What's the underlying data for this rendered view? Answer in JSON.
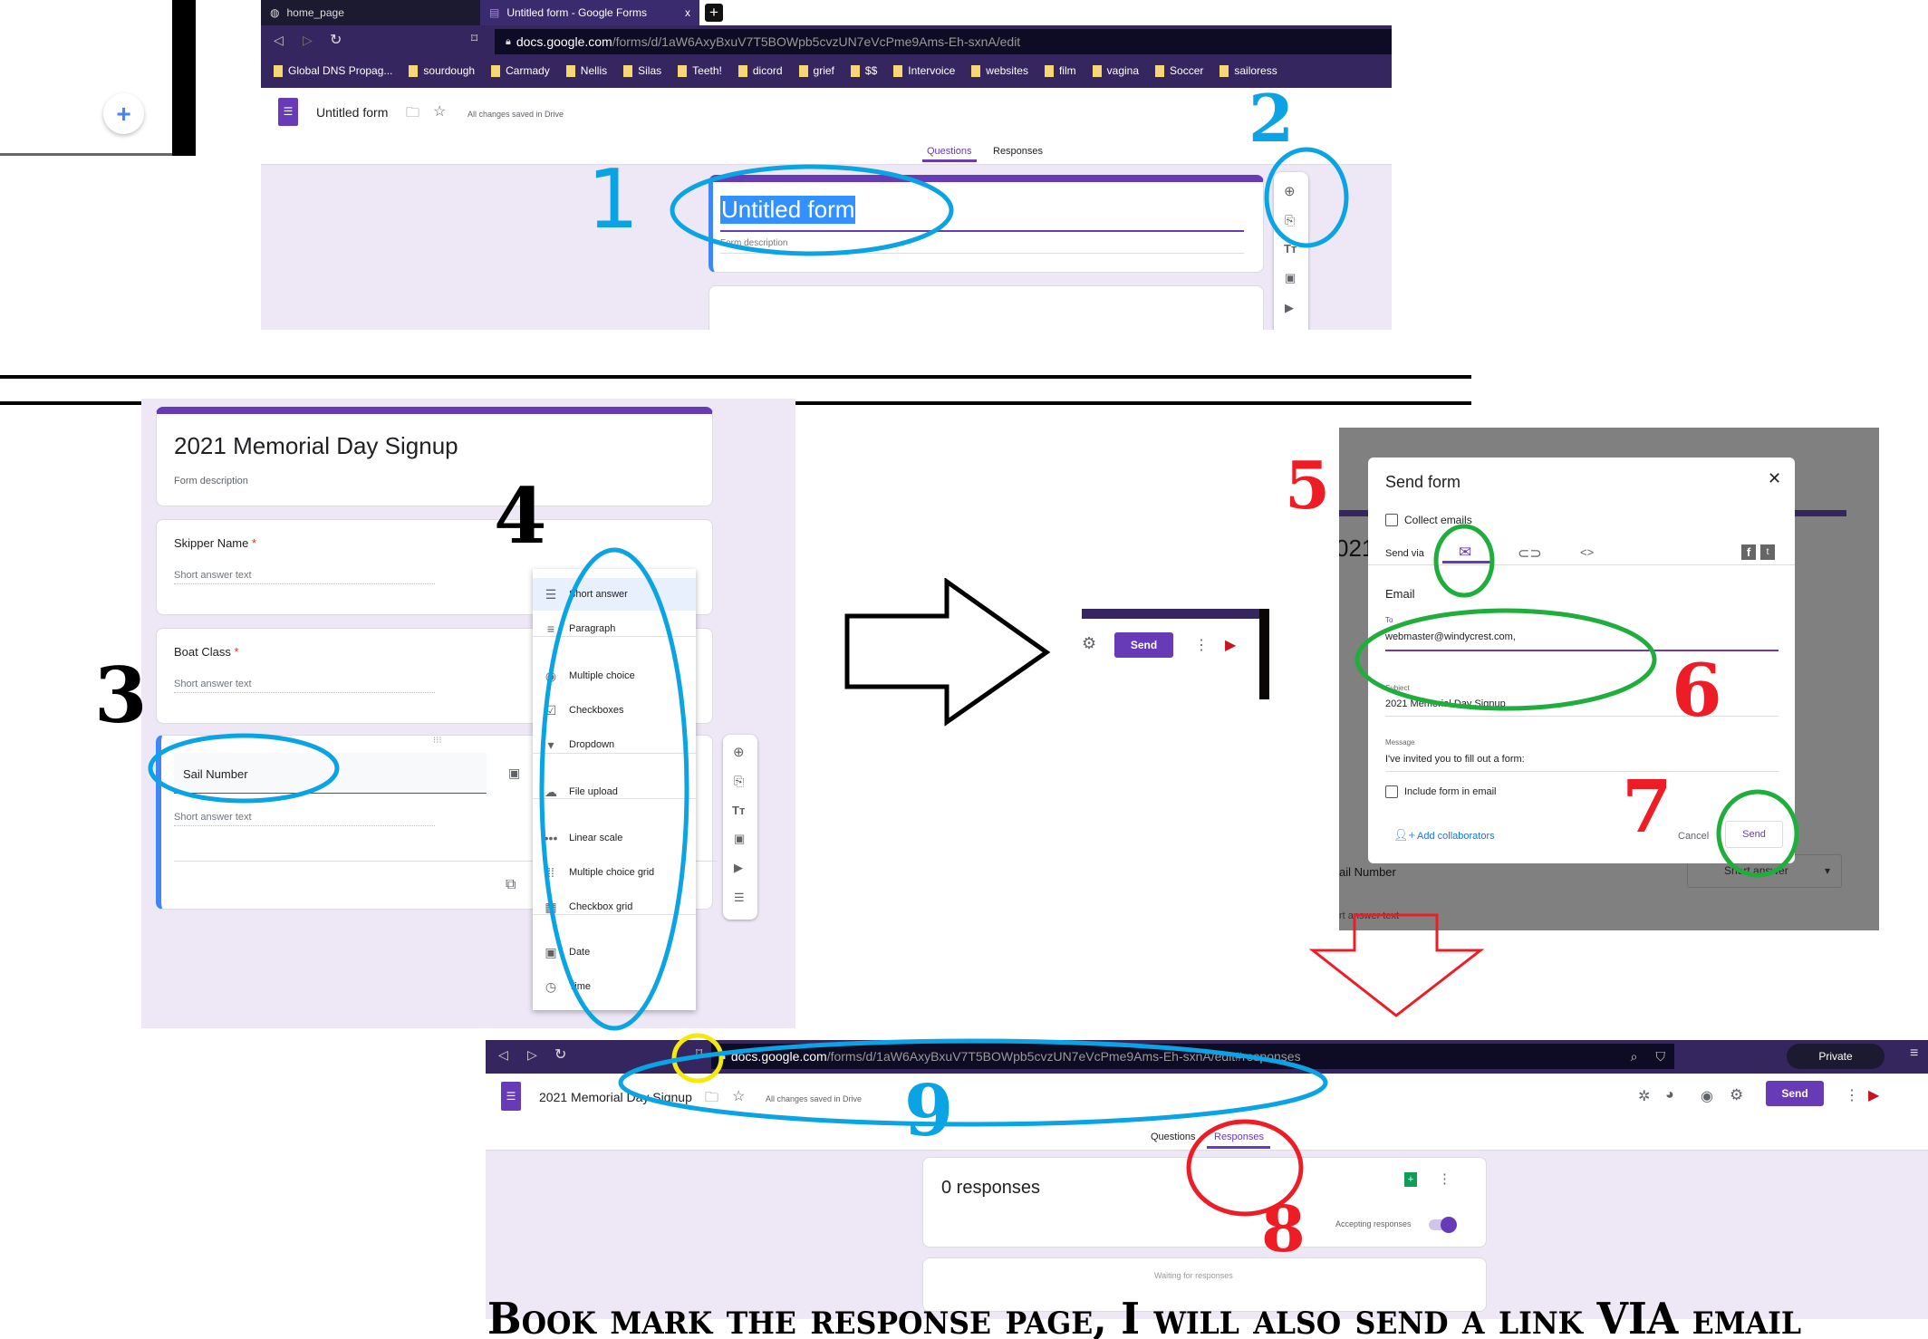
{
  "panel0": {
    "fab_label": "+"
  },
  "panel1": {
    "tabs": [
      {
        "label": "home_page"
      },
      {
        "label": "Untitled form - Google Forms",
        "close": "x"
      }
    ],
    "new_tab": "+",
    "url_domain": "docs.google.com",
    "url_path": "/forms/d/1aW6AxyBxuV7T5BOWpb5cvzUN7eVcPme9Ams-Eh-sxnA/edit",
    "bookmarks": [
      "Global DNS Propag...",
      "sourdough",
      "Carmady",
      "Nellis",
      "Silas",
      "Teeth!",
      "dicord",
      "grief",
      "$$",
      "Intervoice",
      "websites",
      "film",
      "vagina",
      "Soccer",
      "sailoress"
    ],
    "doc_title": "Untitled form",
    "saved_status": "All changes saved in Drive",
    "tab_questions": "Questions",
    "tab_responses": "Responses",
    "form_title": "Untitled form",
    "form_description": "Form description"
  },
  "panel3": {
    "form_title": "2021 Memorial Day Signup",
    "form_description": "Form description",
    "questions": [
      {
        "title": "Skipper Name",
        "required": "*",
        "placeholder": "Short answer text"
      },
      {
        "title": "Boat Class",
        "required": "*",
        "placeholder": "Short answer text"
      },
      {
        "title": "Sail Number",
        "placeholder": "Short answer text"
      }
    ],
    "type_menu": [
      "Short answer",
      "Paragraph",
      "Multiple choice",
      "Checkboxes",
      "Dropdown",
      "File upload",
      "Linear scale",
      "Multiple choice grid",
      "Checkbox grid",
      "Date",
      "Time"
    ]
  },
  "mini_toolbar": {
    "send_label": "Send"
  },
  "send_dialog": {
    "title": "Send form",
    "collect_emails": "Collect emails",
    "send_via": "Send via",
    "section": "Email",
    "to_label": "To",
    "to_value": "webmaster@windycrest.com,",
    "subject_label": "Subject",
    "subject_value": "2021 Memorial Day Signup",
    "message_label": "Message",
    "message_value": "I've invited you to fill out a form:",
    "include_form": "Include form in email",
    "add_collaborators": "Add collaborators",
    "cancel": "Cancel",
    "send": "Send",
    "bg_question": "ail Number",
    "bg_dropdown": "Short answer",
    "bg_placeholder": "rt answer text",
    "bg_title": "021"
  },
  "panel4": {
    "url_domain": "docs.google.com",
    "url_path": "/forms/d/1aW6AxyBxuV7T5BOWpb5cvzUN7eVcPme9Ams-Eh-sxnA/edit#responses",
    "private_label": "Private",
    "doc_title": "2021 Memorial Day Signup",
    "saved_status": "All changes saved in Drive",
    "send_label": "Send",
    "tab_questions": "Questions",
    "tab_responses": "Responses",
    "responses_count": "0 responses",
    "accepting": "Accepting responses",
    "waiting": "Waiting for responses",
    "accepting_on": true
  },
  "annotations": {
    "n1": "1",
    "n2": "2",
    "n3": "3",
    "n4": "4",
    "n5": "5",
    "n6": "6",
    "n7": "7",
    "n8": "8",
    "n9": "9",
    "caption": "Book mark the response page, I will also send a link VIA email"
  },
  "colors": {
    "purple": "#673ab7",
    "browser": "#35265f",
    "lavender": "#ede7f6",
    "annot_blue": "#0aa3e3",
    "annot_green": "#1fae3c",
    "annot_red": "#ee1c25",
    "annot_yellow": "#f5e80f"
  }
}
